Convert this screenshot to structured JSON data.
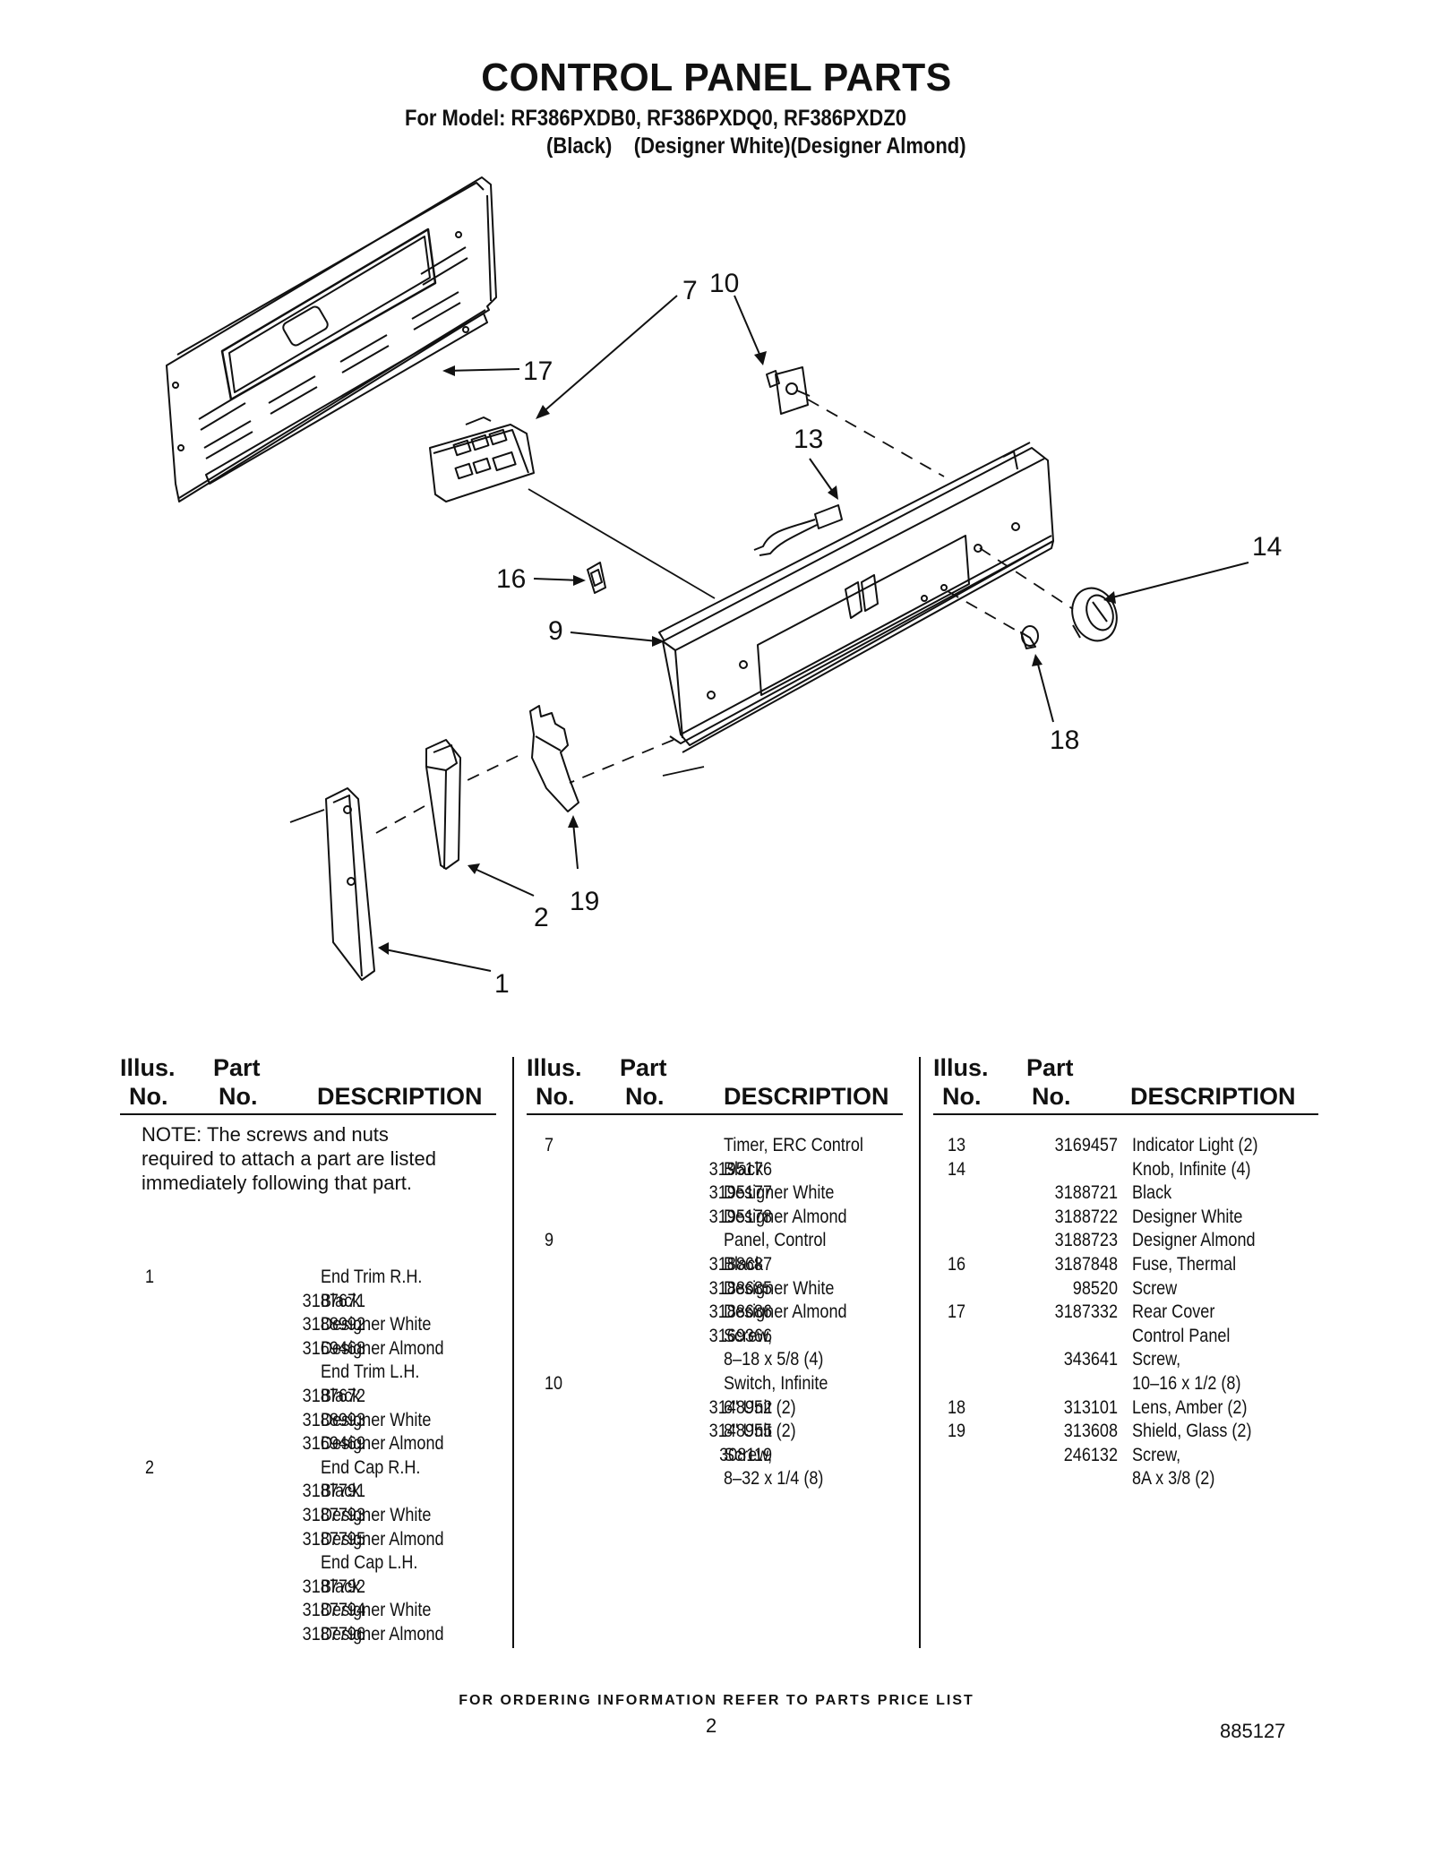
{
  "title": "CONTROL PANEL PARTS",
  "model_line": "For Model: RF386PXDB0, RF386PXDQ0, RF386PXDZ0",
  "color_line": "(Black)    (Designer White)(Designer Almond)",
  "callouts": [
    "7",
    "10",
    "17",
    "13",
    "14",
    "16",
    "9",
    "18",
    "2",
    "19",
    "1"
  ],
  "table": {
    "header": {
      "illus_1": "Illus.",
      "illus_2": "No.",
      "part_1": "Part",
      "part_2": "No.",
      "description": "DESCRIPTION"
    },
    "note": "NOTE: The screws and nuts required to attach a part are listed immediately following that part.",
    "columns": [
      [
        {
          "illus": "1",
          "part": "",
          "desc": "End Trim R.H."
        },
        {
          "illus": "",
          "part": "3187671",
          "desc": "Black"
        },
        {
          "illus": "",
          "part": "3188992",
          "desc": "Designer White"
        },
        {
          "illus": "",
          "part": "3169468",
          "desc": "Designer Almond"
        },
        {
          "illus": "",
          "part": "",
          "desc": "End Trim L.H."
        },
        {
          "illus": "",
          "part": "3187672",
          "desc": "Black"
        },
        {
          "illus": "",
          "part": "3188993",
          "desc": "Designer White"
        },
        {
          "illus": "",
          "part": "3169469",
          "desc": "Designer Almond"
        },
        {
          "illus": "2",
          "part": "",
          "desc": "End Cap R.H."
        },
        {
          "illus": "",
          "part": "3187791",
          "desc": "Black"
        },
        {
          "illus": "",
          "part": "3187793",
          "desc": "Designer White"
        },
        {
          "illus": "",
          "part": "3187795",
          "desc": "Designer Almond"
        },
        {
          "illus": "",
          "part": "",
          "desc": "End Cap L.H."
        },
        {
          "illus": "",
          "part": "3187792",
          "desc": "Black"
        },
        {
          "illus": "",
          "part": "3187794",
          "desc": "Designer White"
        },
        {
          "illus": "",
          "part": "3187796",
          "desc": "Designer Almond"
        }
      ],
      [
        {
          "illus": "7",
          "part": "",
          "desc": "Timer, ERC Control"
        },
        {
          "illus": "",
          "part": "3195176",
          "desc": "Black"
        },
        {
          "illus": "",
          "part": "3195177",
          "desc": "Designer White"
        },
        {
          "illus": "",
          "part": "3195178",
          "desc": "Designer Almond"
        },
        {
          "illus": "9",
          "part": "",
          "desc": "Panel, Control"
        },
        {
          "illus": "",
          "part": "3188687",
          "desc": "Black"
        },
        {
          "illus": "",
          "part": "3188685",
          "desc": "Designer White"
        },
        {
          "illus": "",
          "part": "3188686",
          "desc": "Designer Almond"
        },
        {
          "illus": "",
          "part": "3169366",
          "desc": "Screw,"
        },
        {
          "illus": "",
          "part": "",
          "desc": "8–18 x 5/8 (4)"
        },
        {
          "illus": "10",
          "part": "",
          "desc": "Switch, Infinite"
        },
        {
          "illus": "",
          "part": "3148952",
          "desc": "6\" Unit (2)"
        },
        {
          "illus": "",
          "part": "3148955",
          "desc": "8\" Unit (2)"
        },
        {
          "illus": "",
          "part": "308119",
          "desc": "Screw,"
        },
        {
          "illus": "",
          "part": "",
          "desc": "8–32 x 1/4 (8)"
        }
      ],
      [
        {
          "illus": "13",
          "part": "3169457",
          "desc": "Indicator Light (2)"
        },
        {
          "illus": "14",
          "part": "",
          "desc": "Knob, Infinite (4)"
        },
        {
          "illus": "",
          "part": "3188721",
          "desc": "Black"
        },
        {
          "illus": "",
          "part": "3188722",
          "desc": "Designer White"
        },
        {
          "illus": "",
          "part": "3188723",
          "desc": "Designer Almond"
        },
        {
          "illus": "16",
          "part": "3187848",
          "desc": "Fuse, Thermal"
        },
        {
          "illus": "",
          "part": "98520",
          "desc": "Screw"
        },
        {
          "illus": "17",
          "part": "3187332",
          "desc": "Rear Cover"
        },
        {
          "illus": "",
          "part": "",
          "desc": "Control Panel"
        },
        {
          "illus": "",
          "part": "343641",
          "desc": "Screw,"
        },
        {
          "illus": "",
          "part": "",
          "desc": "10–16 x 1/2 (8)"
        },
        {
          "illus": "18",
          "part": "313101",
          "desc": "Lens, Amber (2)"
        },
        {
          "illus": "19",
          "part": "313608",
          "desc": "Shield, Glass (2)"
        },
        {
          "illus": "",
          "part": "246132",
          "desc": "Screw,"
        },
        {
          "illus": "",
          "part": "",
          "desc": "8A x 3/8 (2)"
        }
      ]
    ]
  },
  "footer": "FOR ORDERING INFORMATION REFER TO PARTS PRICE LIST",
  "page_number": "2",
  "document_number": "885127"
}
